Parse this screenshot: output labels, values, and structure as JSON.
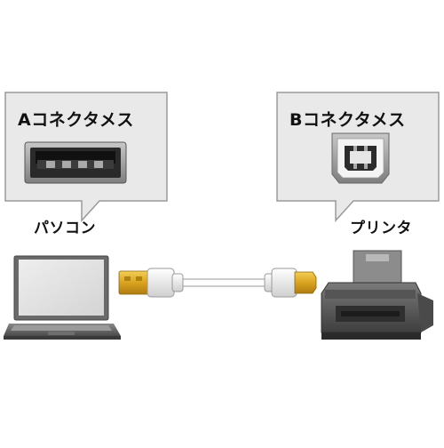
{
  "callouts": [
    {
      "title": "Aコネクタメス",
      "connector": "USB-A female port"
    },
    {
      "title": "Bコネクタメス",
      "connector": "USB-B female port"
    }
  ],
  "devices": {
    "pc_label": "パソコン",
    "printer_label": "プリンタ"
  },
  "colors": {
    "callout_fill": "#e9e9e9",
    "callout_stroke": "#9a9a9a",
    "plug_gold": "#d9a320",
    "cable_white": "#ffffff",
    "device_gray": "#5a5a5a"
  },
  "icons": [
    "laptop-icon",
    "usb-a-plug-icon",
    "usb-b-plug-icon",
    "printer-icon",
    "usb-a-port-icon",
    "usb-b-port-icon"
  ]
}
